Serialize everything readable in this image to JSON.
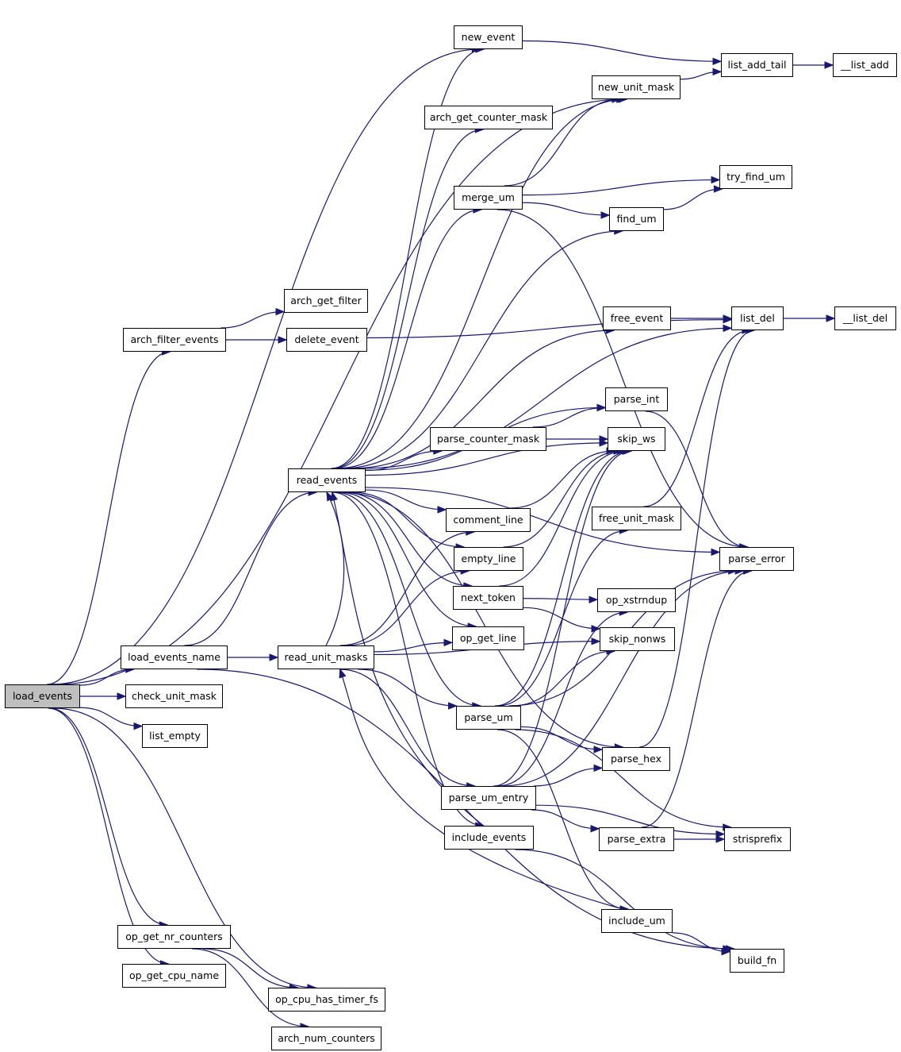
{
  "title": "load_events call graph",
  "colors": {
    "edge": "#191970",
    "root_fill": "#bfbfbf",
    "node_fill": "#ffffff",
    "border": "#000000"
  },
  "nodes": [
    {
      "id": "load_events",
      "label": "load_events",
      "root": true
    },
    {
      "id": "new_event",
      "label": "new_event"
    },
    {
      "id": "list_add_tail",
      "label": "list_add_tail"
    },
    {
      "id": "__list_add",
      "label": "__list_add"
    },
    {
      "id": "new_unit_mask",
      "label": "new_unit_mask"
    },
    {
      "id": "arch_get_counter_mask",
      "label": "arch_get_counter_mask"
    },
    {
      "id": "merge_um",
      "label": "merge_um"
    },
    {
      "id": "try_find_um",
      "label": "try_find_um"
    },
    {
      "id": "find_um",
      "label": "find_um"
    },
    {
      "id": "arch_get_filter",
      "label": "arch_get_filter"
    },
    {
      "id": "arch_filter_events",
      "label": "arch_filter_events"
    },
    {
      "id": "delete_event",
      "label": "delete_event"
    },
    {
      "id": "free_event",
      "label": "free_event"
    },
    {
      "id": "list_del",
      "label": "list_del"
    },
    {
      "id": "__list_del",
      "label": "__list_del"
    },
    {
      "id": "parse_int",
      "label": "parse_int"
    },
    {
      "id": "parse_counter_mask",
      "label": "parse_counter_mask"
    },
    {
      "id": "skip_ws",
      "label": "skip_ws"
    },
    {
      "id": "read_events",
      "label": "read_events"
    },
    {
      "id": "comment_line",
      "label": "comment_line"
    },
    {
      "id": "free_unit_mask",
      "label": "free_unit_mask"
    },
    {
      "id": "empty_line",
      "label": "empty_line"
    },
    {
      "id": "parse_error",
      "label": "parse_error"
    },
    {
      "id": "next_token",
      "label": "next_token"
    },
    {
      "id": "op_xstrndup",
      "label": "op_xstrndup"
    },
    {
      "id": "op_get_line",
      "label": "op_get_line"
    },
    {
      "id": "skip_nonws",
      "label": "skip_nonws"
    },
    {
      "id": "load_events_name",
      "label": "load_events_name"
    },
    {
      "id": "read_unit_masks",
      "label": "read_unit_masks"
    },
    {
      "id": "check_unit_mask",
      "label": "check_unit_mask"
    },
    {
      "id": "parse_um",
      "label": "parse_um"
    },
    {
      "id": "list_empty",
      "label": "list_empty"
    },
    {
      "id": "parse_hex",
      "label": "parse_hex"
    },
    {
      "id": "parse_um_entry",
      "label": "parse_um_entry"
    },
    {
      "id": "include_events",
      "label": "include_events"
    },
    {
      "id": "parse_extra",
      "label": "parse_extra"
    },
    {
      "id": "strisprefix",
      "label": "strisprefix"
    },
    {
      "id": "include_um",
      "label": "include_um"
    },
    {
      "id": "op_get_nr_counters",
      "label": "op_get_nr_counters"
    },
    {
      "id": "build_fn",
      "label": "build_fn"
    },
    {
      "id": "op_get_cpu_name",
      "label": "op_get_cpu_name"
    },
    {
      "id": "op_cpu_has_timer_fs",
      "label": "op_cpu_has_timer_fs"
    },
    {
      "id": "arch_num_counters",
      "label": "arch_num_counters"
    }
  ],
  "edges": [
    [
      "load_events",
      "new_event"
    ],
    [
      "load_events",
      "new_unit_mask"
    ],
    [
      "load_events",
      "arch_filter_events"
    ],
    [
      "load_events",
      "load_events_name"
    ],
    [
      "load_events",
      "check_unit_mask"
    ],
    [
      "load_events",
      "list_empty"
    ],
    [
      "load_events",
      "op_get_nr_counters"
    ],
    [
      "load_events",
      "op_get_cpu_name"
    ],
    [
      "load_events",
      "op_cpu_has_timer_fs"
    ],
    [
      "new_event",
      "list_add_tail"
    ],
    [
      "new_unit_mask",
      "list_add_tail"
    ],
    [
      "list_add_tail",
      "__list_add"
    ],
    [
      "arch_filter_events",
      "arch_get_filter"
    ],
    [
      "arch_filter_events",
      "delete_event"
    ],
    [
      "delete_event",
      "list_del"
    ],
    [
      "free_event",
      "list_del"
    ],
    [
      "list_del",
      "__list_del"
    ],
    [
      "merge_um",
      "new_unit_mask"
    ],
    [
      "merge_um",
      "try_find_um"
    ],
    [
      "merge_um",
      "find_um"
    ],
    [
      "merge_um",
      "parse_error"
    ],
    [
      "find_um",
      "try_find_um"
    ],
    [
      "load_events_name",
      "read_events"
    ],
    [
      "load_events_name",
      "read_unit_masks"
    ],
    [
      "load_events_name",
      "build_fn"
    ],
    [
      "read_events",
      "new_event"
    ],
    [
      "read_events",
      "arch_get_counter_mask"
    ],
    [
      "read_events",
      "new_unit_mask"
    ],
    [
      "read_events",
      "merge_um"
    ],
    [
      "read_events",
      "find_um"
    ],
    [
      "read_events",
      "list_del"
    ],
    [
      "read_events",
      "free_event"
    ],
    [
      "read_events",
      "parse_error"
    ],
    [
      "read_events",
      "parse_int"
    ],
    [
      "read_events",
      "parse_counter_mask"
    ],
    [
      "read_events",
      "skip_ws"
    ],
    [
      "read_events",
      "comment_line"
    ],
    [
      "read_events",
      "empty_line"
    ],
    [
      "read_events",
      "next_token"
    ],
    [
      "read_events",
      "op_get_line"
    ],
    [
      "read_events",
      "parse_um"
    ],
    [
      "read_events",
      "parse_hex"
    ],
    [
      "read_events",
      "include_events"
    ],
    [
      "parse_counter_mask",
      "parse_int"
    ],
    [
      "parse_counter_mask",
      "skip_ws"
    ],
    [
      "parse_int",
      "parse_error"
    ],
    [
      "comment_line",
      "skip_ws"
    ],
    [
      "empty_line",
      "skip_ws"
    ],
    [
      "free_unit_mask",
      "list_del"
    ],
    [
      "next_token",
      "skip_ws"
    ],
    [
      "next_token",
      "op_xstrndup"
    ],
    [
      "next_token",
      "skip_nonws"
    ],
    [
      "read_unit_masks",
      "read_events"
    ],
    [
      "read_unit_masks",
      "comment_line"
    ],
    [
      "read_unit_masks",
      "empty_line"
    ],
    [
      "read_unit_masks",
      "op_get_line"
    ],
    [
      "read_unit_masks",
      "parse_um"
    ],
    [
      "read_unit_masks",
      "parse_um_entry"
    ],
    [
      "read_unit_masks",
      "skip_nonws"
    ],
    [
      "parse_um",
      "skip_ws"
    ],
    [
      "parse_um",
      "free_unit_mask"
    ],
    [
      "parse_um",
      "parse_error"
    ],
    [
      "parse_um",
      "skip_nonws"
    ],
    [
      "parse_um",
      "parse_hex"
    ],
    [
      "parse_um",
      "strisprefix"
    ],
    [
      "parse_um",
      "include_um"
    ],
    [
      "parse_hex",
      "list_del"
    ],
    [
      "parse_um_entry",
      "skip_ws"
    ],
    [
      "parse_um_entry",
      "op_xstrndup"
    ],
    [
      "parse_um_entry",
      "parse_hex"
    ],
    [
      "parse_um_entry",
      "parse_error"
    ],
    [
      "parse_um_entry",
      "parse_extra"
    ],
    [
      "parse_um_entry",
      "strisprefix"
    ],
    [
      "parse_extra",
      "strisprefix"
    ],
    [
      "parse_extra",
      "parse_error"
    ],
    [
      "include_events",
      "read_events"
    ],
    [
      "include_events",
      "build_fn"
    ],
    [
      "include_um",
      "read_unit_masks"
    ],
    [
      "include_um",
      "build_fn"
    ],
    [
      "op_get_nr_counters",
      "op_cpu_has_timer_fs"
    ],
    [
      "op_get_nr_counters",
      "arch_num_counters"
    ]
  ]
}
